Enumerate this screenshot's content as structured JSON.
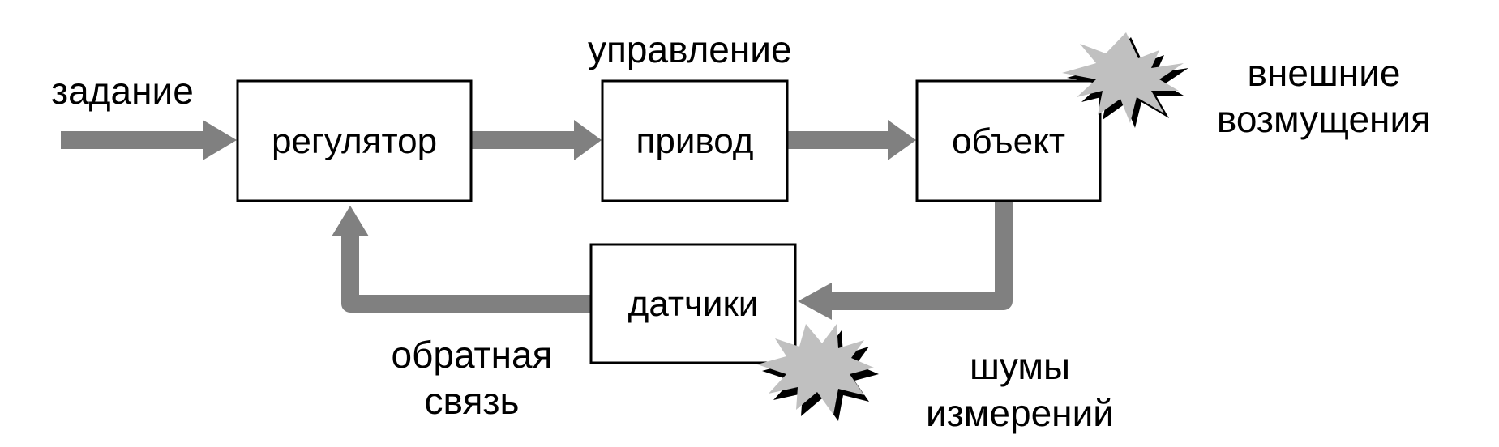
{
  "blocks": {
    "regulator": "регулятор",
    "actuator": "привод",
    "object": "объект",
    "sensors": "датчики"
  },
  "labels": {
    "setpoint": "задание",
    "control": "управление",
    "disturbances": [
      "внешние",
      "возмущения"
    ],
    "feedback": [
      "обратная",
      "связь"
    ],
    "noise": [
      "шумы",
      "измерений"
    ]
  },
  "colors": {
    "arrow": "#808080",
    "burst_fill": "#c0c0c0",
    "burst_shadow": "#000000",
    "block_stroke": "#000000"
  }
}
